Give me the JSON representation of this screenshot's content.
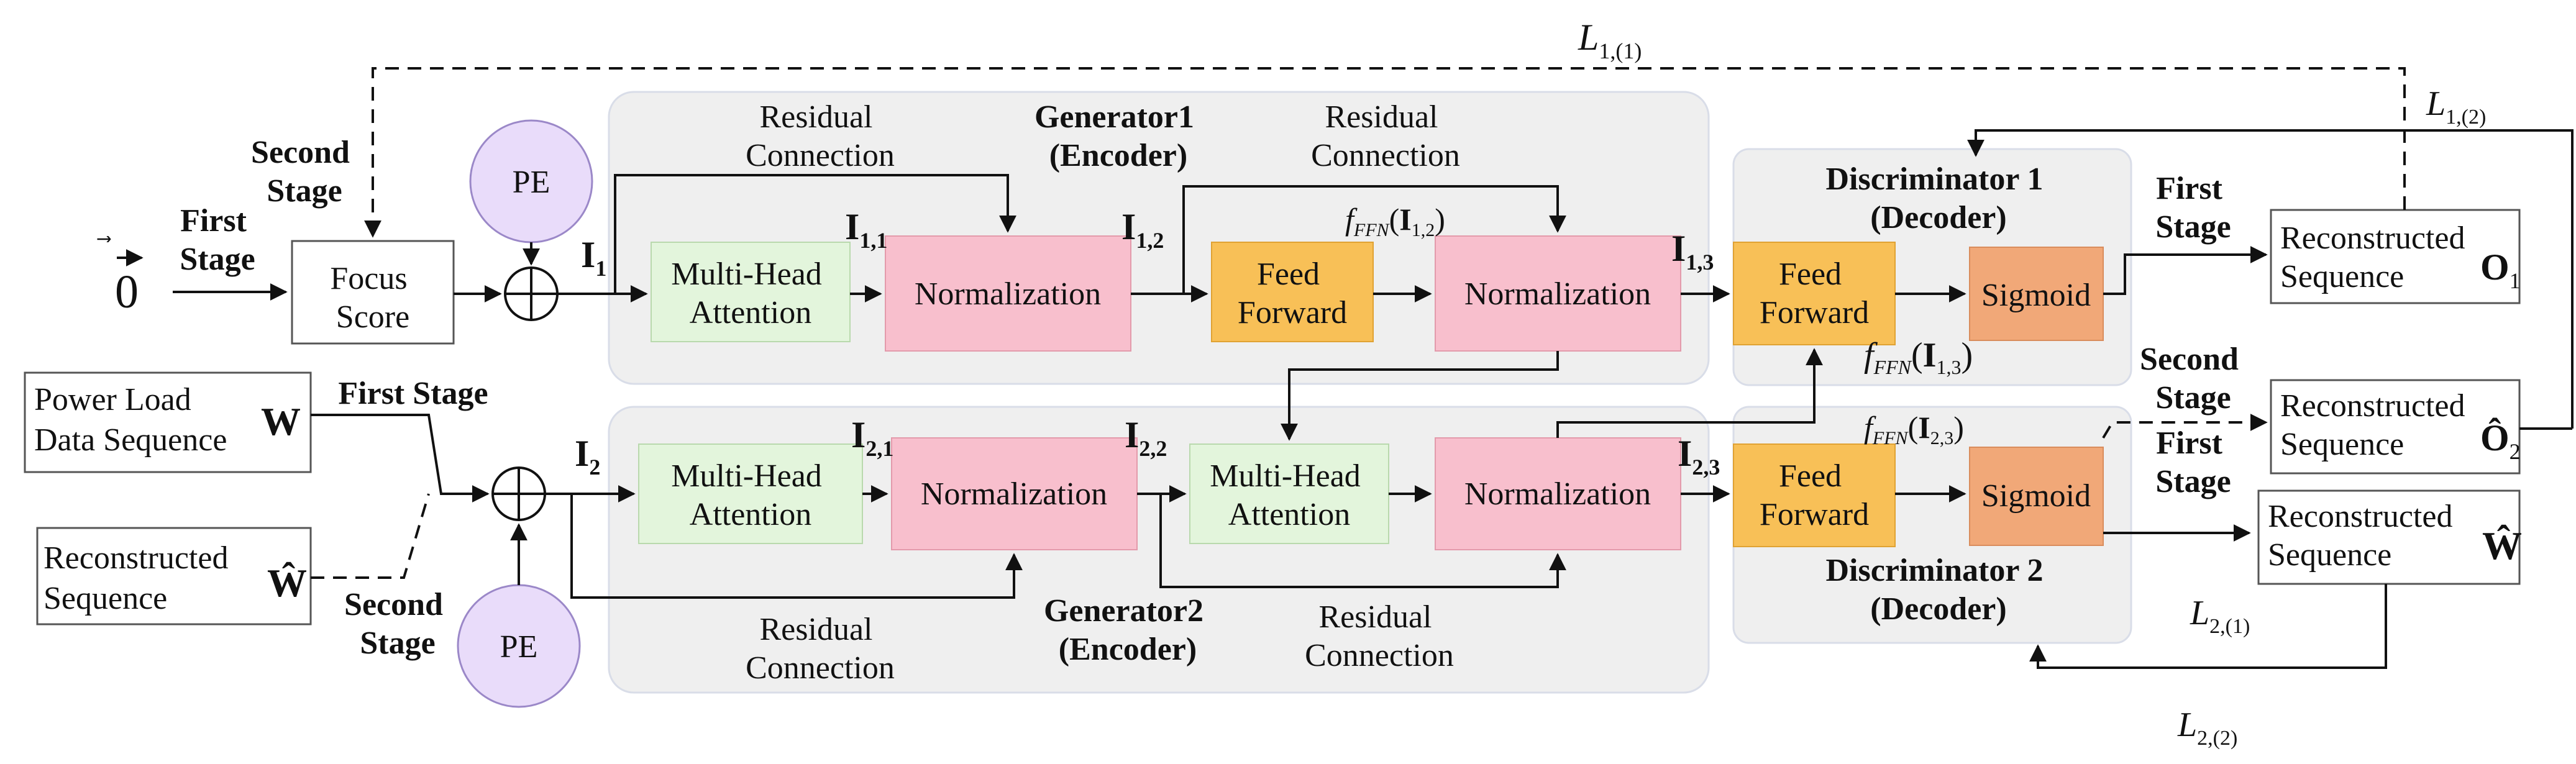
{
  "inputs": {
    "zero_vector": "0",
    "power_load": "Power Load Data Sequence",
    "power_load_symbol": "W",
    "reconstructed_input": "Reconstructed Sequence",
    "reconstructed_input_symbol": "Ŵ"
  },
  "stage_labels": {
    "first_stage": "First Stage",
    "second_stage": "Second Stage"
  },
  "blocks": {
    "focus_score": "Focus Score",
    "pe": "PE",
    "multi_head_attention": "Multi-Head Attention",
    "normalization": "Normalization",
    "feed_forward": "Feed Forward",
    "sigmoid": "Sigmoid"
  },
  "groups": {
    "generator1": "Generator1 (Encoder)",
    "generator2": "Generator2 (Encoder)",
    "discriminator1": "Discriminator 1 (Decoder)",
    "discriminator2": "Discriminator 2 (Decoder)",
    "residual_connection": "Residual Connection"
  },
  "signals": {
    "i1": "I1",
    "i11": "I1,1",
    "i12": "I1,2",
    "i13": "I1,3",
    "i2": "I2",
    "i21": "I2,1",
    "i22": "I2,2",
    "i23": "I2,3",
    "f_ffn_i12": "fFFN(I1,2)",
    "f_ffn_i13": "fFFN(I1,3)",
    "f_ffn_i23": "fFFN(I2,3)"
  },
  "outputs": {
    "reconstructed_o1": "Reconstructed Sequence",
    "o1_symbol": "O1",
    "reconstructed_o2": "Reconstructed Sequence",
    "o2_symbol": "Ô2",
    "reconstructed_w": "Reconstructed Sequence",
    "w_symbol": "Ŵ"
  },
  "losses": {
    "l1_1": "L1,(1)",
    "l1_2": "L1,(2)",
    "l2_1": "L2,(1)",
    "l2_2": "L2,(2)"
  },
  "colors": {
    "panel": "#efefef",
    "attention": "#e3f5dc",
    "normalization": "#f8bfcd",
    "feed_forward": "#f8c057",
    "sigmoid": "#f1a878",
    "pe": "#e9dcfa"
  }
}
